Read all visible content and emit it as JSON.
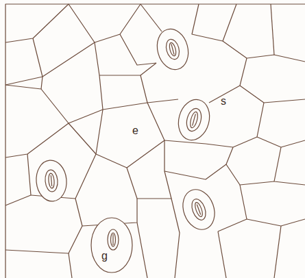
{
  "diagram": {
    "labels": [
      "s",
      "e",
      "g"
    ]
  }
}
